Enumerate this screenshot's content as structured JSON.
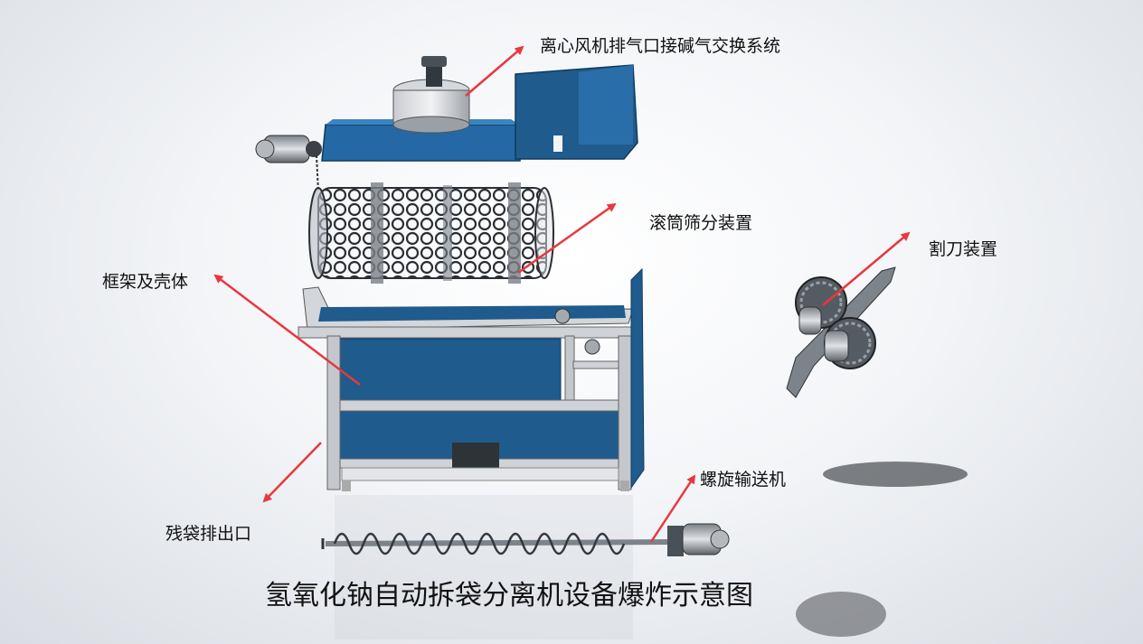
{
  "labels": {
    "fan": "离心风机排气口接碱气交换系统",
    "drum": "滚筒筛分装置",
    "cutter": "割刀装置",
    "frame": "框架及壳体",
    "screw": "螺旋输送机",
    "outlet": "残袋排出口"
  },
  "title": "氢氧化钠自动拆袋分离机设备爆炸示意图",
  "colors": {
    "arrow": "#e8383d",
    "panel_blue": "#1f5b8c",
    "frame_gray": "#c4c7cc",
    "metal": "#8f959c"
  }
}
